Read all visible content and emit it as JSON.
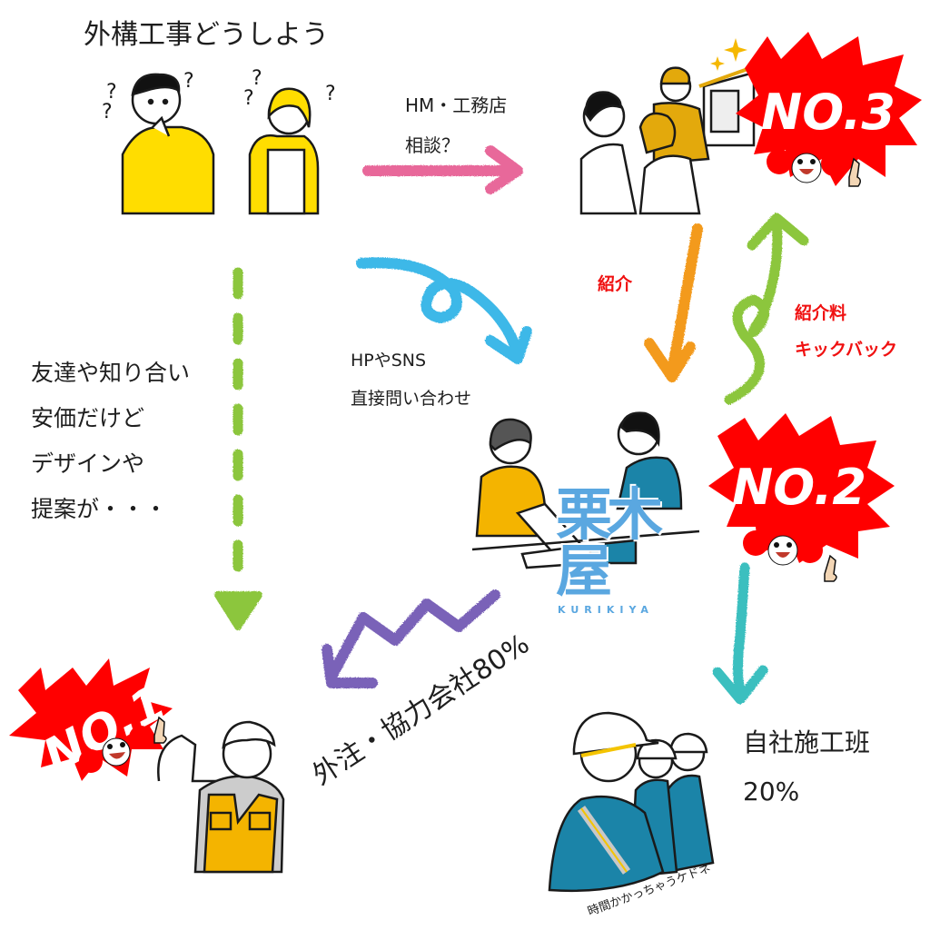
{
  "title": "外構工事どうしよう",
  "hm_consult": {
    "line1": "HM・工務店",
    "line2": "相談？"
  },
  "referral": {
    "label": "紹介",
    "fee_line1": "紹介料",
    "fee_line2": "キックバック"
  },
  "friends_note": [
    "友達や知り合い",
    "安価だけど",
    "デザインや",
    "提案が・・・"
  ],
  "direct_contact": {
    "line1": "HPやSNS",
    "line2": "直接問い合わせ"
  },
  "company_logo": {
    "main": "栗木屋",
    "sub": "KURIKIYA"
  },
  "outsource": "外注・協力会社80%",
  "own_team": {
    "line1": "自社施工班",
    "line2": "20%"
  },
  "time_note": "時間かかっちゃうケドネ",
  "badges": [
    {
      "label": "NO.3",
      "rank": 3
    },
    {
      "label": "NO.2",
      "rank": 2
    },
    {
      "label": "NO.1",
      "rank": 1
    }
  ],
  "colors": {
    "badge_red": "#ff0000",
    "arrow_pink": "#e8679a",
    "arrow_orange": "#f39a1e",
    "arrow_green": "#8cc63e",
    "arrow_blue": "#3cb8e8",
    "arrow_purple": "#7a62b8",
    "arrow_teal": "#3bbfbf",
    "shirt_yellow": "#ffdd00",
    "vest_orange": "#f4b400",
    "workwear_blue": "#1b84a8",
    "logo_blue": "#5aa7e0",
    "label_red": "#f01010"
  }
}
